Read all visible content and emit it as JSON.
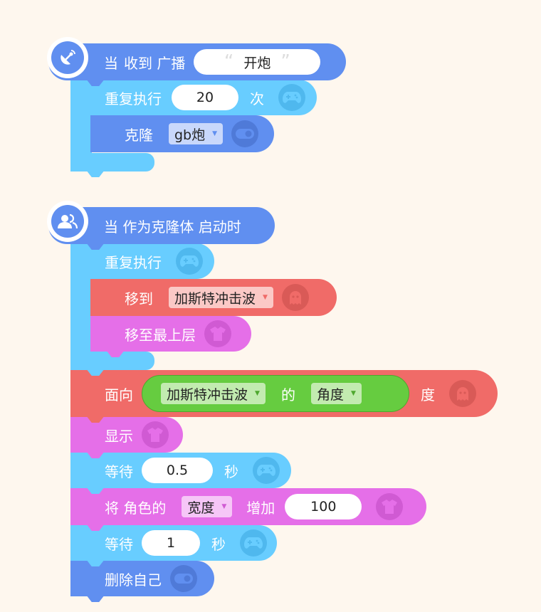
{
  "script1": {
    "hat": {
      "when": "当",
      "event": "收到 广播",
      "value": "开炮",
      "quote_open": "“",
      "quote_close": "”"
    },
    "repeat": {
      "label": "重复执行",
      "count": "20",
      "unit": "次"
    },
    "clone": {
      "label": "克隆",
      "target": "gb炮"
    }
  },
  "script2": {
    "hat": {
      "label": "当 作为克隆体 启动时"
    },
    "repeat": {
      "label": "重复执行"
    },
    "goto": {
      "label": "移到",
      "target": "加斯特冲击波"
    },
    "front": {
      "label": "移至最上层"
    },
    "face": {
      "label": "面向",
      "sprite": "加斯特冲击波",
      "of": "的",
      "property": "角度",
      "unit": "度"
    },
    "show": {
      "label": "显示"
    },
    "wait1": {
      "label": "等待",
      "value": "0.5",
      "unit": "秒"
    },
    "change": {
      "label": "将 角色的",
      "property": "宽度",
      "op": "增加",
      "value": "100"
    },
    "wait2": {
      "label": "等待",
      "value": "1",
      "unit": "秒"
    },
    "delete": {
      "label": "删除自己"
    }
  },
  "colors": {
    "events": "#608ff0",
    "control": "#68cdff",
    "action": "#f06b68",
    "looks": "#e56fe8",
    "operator": "#66cc40"
  },
  "icons": [
    "satellite-dish-icon",
    "gamepad-icon",
    "toggle-icon",
    "users-icon",
    "ghost-icon",
    "shirt-icon"
  ]
}
